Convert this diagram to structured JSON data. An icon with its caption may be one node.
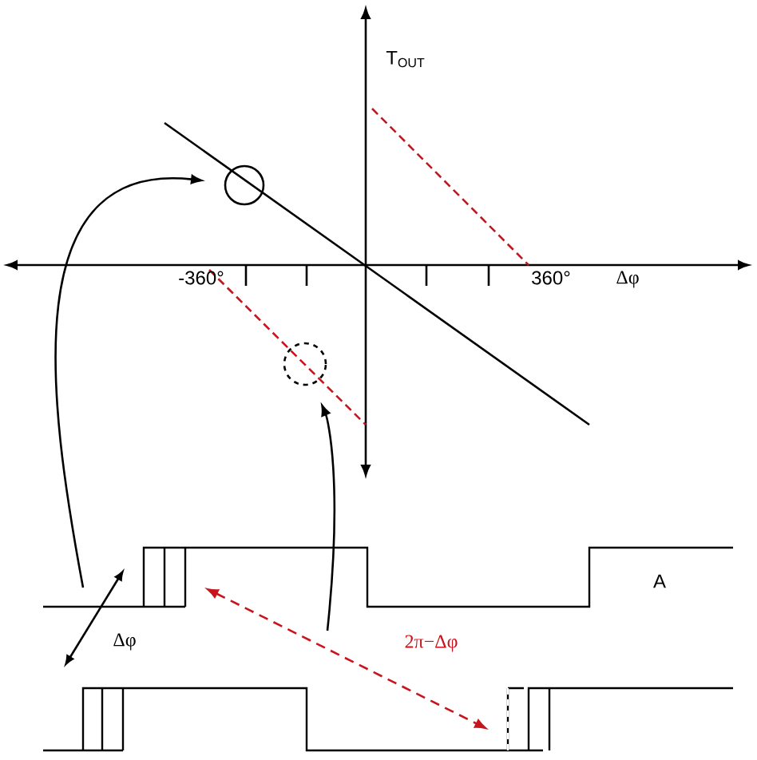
{
  "diagram": {
    "nodes": [
      {
        "text": [],
        "shape": "circle"
      },
      {
        "text": [],
        "shape": "circle"
      }
    ],
    "edges": [
      {
        "from": null,
        "to": 0,
        "arrow": "to"
      },
      {
        "from": null,
        "to": 1,
        "arrow": "to"
      }
    ],
    "labels": [
      "T$_{OUT}$",
      "-360°",
      "360°",
      "Δφ",
      "A",
      "Δφ",
      "2π−Δφ"
    ]
  }
}
